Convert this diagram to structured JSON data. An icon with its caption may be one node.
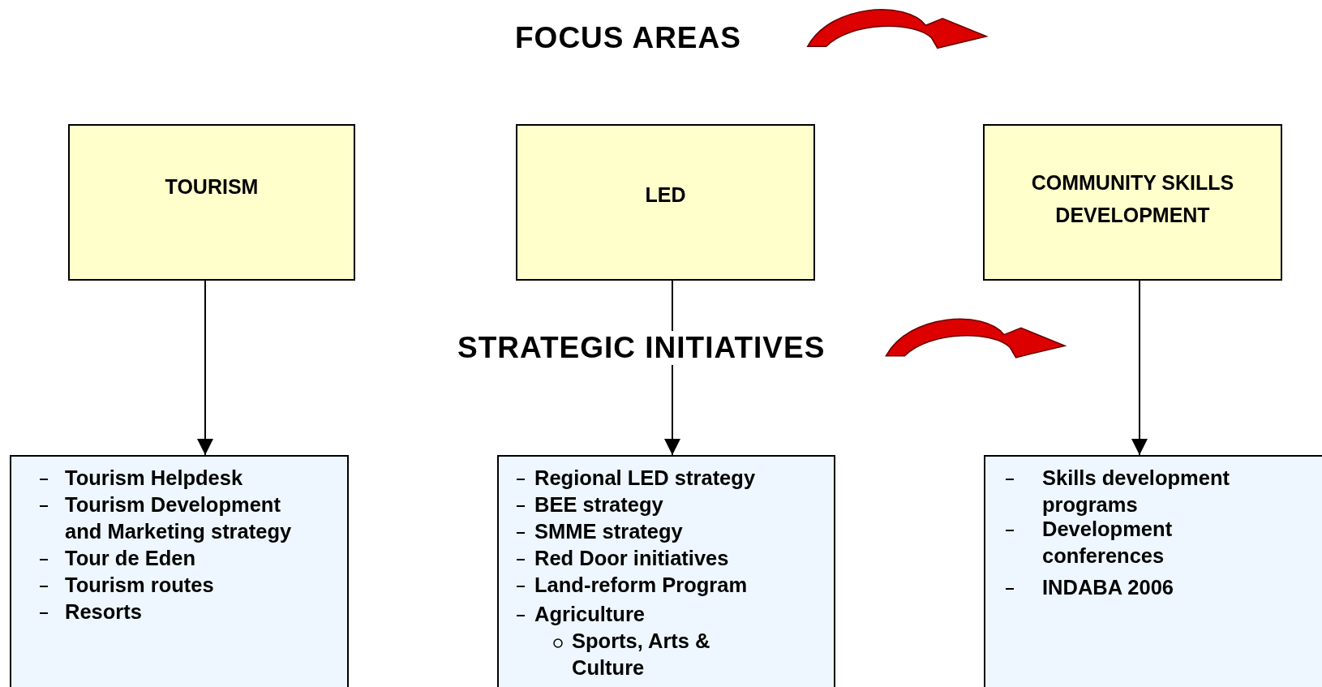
{
  "diagram": {
    "title": "FOCUS AREAS",
    "nodes": [
      {
        "text": [
          "TOURISM"
        ]
      },
      {
        "text": [
          "LED"
        ]
      },
      {
        "text": [
          "COMMUNITY SKILLS DEVELOPMENT"
        ]
      },
      {
        "text": [
          "Tourism Helpdesk",
          "Tourism Development and Marketing strategy",
          "Tour de Eden",
          "Tourism routes",
          "Resorts"
        ]
      },
      {
        "text": [
          "Regional LED strategy",
          "BEE strategy",
          "SMME strategy",
          "Red Door initiatives",
          "Land-reform Program",
          "Agriculture",
          "Sports, Arts & Culture"
        ]
      },
      {
        "text": [
          "Skills development programs",
          "Development conferences",
          "INDABA 2006"
        ]
      }
    ],
    "edges": [
      {
        "from": 0,
        "to": 3,
        "arrow": "to"
      },
      {
        "from": 1,
        "to": 4,
        "arrow": "to"
      },
      {
        "from": 2,
        "to": 5,
        "arrow": "to"
      }
    ],
    "labels": [
      "STRATEGIC INITIATIVES"
    ]
  }
}
